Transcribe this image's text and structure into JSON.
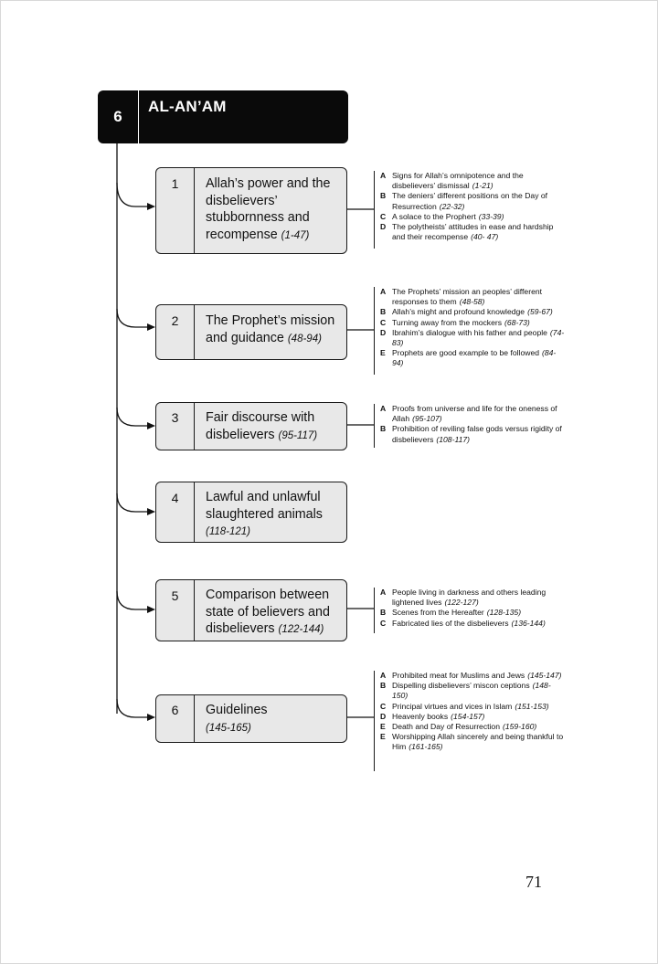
{
  "chapter": {
    "number": "6",
    "title": "AL-AN’AM"
  },
  "sections": [
    {
      "number": "1",
      "title": "Allah’s power and the disbelievers’ stubbornness and recompense",
      "range": "(1-47)",
      "subs": [
        {
          "letter": "A",
          "text": "Signs for Allah’s omnipotence and the disbelievers’ dismissal",
          "range": "(1-21)"
        },
        {
          "letter": "B",
          "text": "The deniers’ different positions on the Day of Resurrection",
          "range": "(22-32)"
        },
        {
          "letter": "C",
          "text": "A solace to the Prophert",
          "range": "(33-39)"
        },
        {
          "letter": "D",
          "text": "The polytheists’ attitudes in ease and hardship and their recompense",
          "range": "(40- 47)"
        }
      ]
    },
    {
      "number": "2",
      "title": "The Prophet’s mission and guidance",
      "range": "(48-94)",
      "subs": [
        {
          "letter": "A",
          "text": "The Prophets’ mission an peoples’ different responses to them",
          "range": "(48-58)"
        },
        {
          "letter": "B",
          "text": "Allah’s might and profound knowledge",
          "range": "(59-67)"
        },
        {
          "letter": "C",
          "text": "Turning away from the mockers",
          "range": "(68-73)"
        },
        {
          "letter": "D",
          "text": "Ibrahim’s dialogue with his father and people",
          "range": "(74-83)"
        },
        {
          "letter": "E",
          "text": "Prophets are good example to be followed",
          "range": "(84-94)"
        }
      ]
    },
    {
      "number": "3",
      "title": "Fair discourse with disbelievers",
      "range": "(95-117)",
      "subs": [
        {
          "letter": "A",
          "text": "Proofs from universe and life for the oneness of Allah",
          "range": "(95-107)"
        },
        {
          "letter": "B",
          "text": "Prohibition of reviling false gods versus rigidity of disbelievers",
          "range": "(108-117)"
        }
      ]
    },
    {
      "number": "4",
      "title": "Lawful and unlawful slaughtered animals",
      "range": "(118-121)",
      "subs": []
    },
    {
      "number": "5",
      "title": "Comparison between state of believers and disbelievers",
      "range": "(122-144)",
      "subs": [
        {
          "letter": "A",
          "text": "People living in darkness and others leading lightened lives",
          "range": "(122-127)"
        },
        {
          "letter": "B",
          "text": "Scenes from the Hereafter",
          "range": "(128-135)"
        },
        {
          "letter": "C",
          "text": "Fabricated lies of the disbelievers",
          "range": "(136-144)"
        }
      ]
    },
    {
      "number": "6",
      "title": "Guidelines",
      "range": "(145-165)",
      "subs": [
        {
          "letter": "A",
          "text": "Prohibited meat for Muslims and Jews",
          "range": "(145-147)"
        },
        {
          "letter": "B",
          "text": "Dispelling disbelievers’ miscon ceptions",
          "range": "(148-150)"
        },
        {
          "letter": "C",
          "text": "Principal virtues and vices in Islam",
          "range": "(151-153)"
        },
        {
          "letter": "D",
          "text": "Heavenly books",
          "range": "(154-157)"
        },
        {
          "letter": "E",
          "text": "Death and Day of Resurrection",
          "range": "(159-160)"
        },
        {
          "letter": "E",
          "text": "Worshipping Allah sincerely and being thankful to Him",
          "range": "(161-165)"
        }
      ]
    }
  ],
  "page_number": "71"
}
